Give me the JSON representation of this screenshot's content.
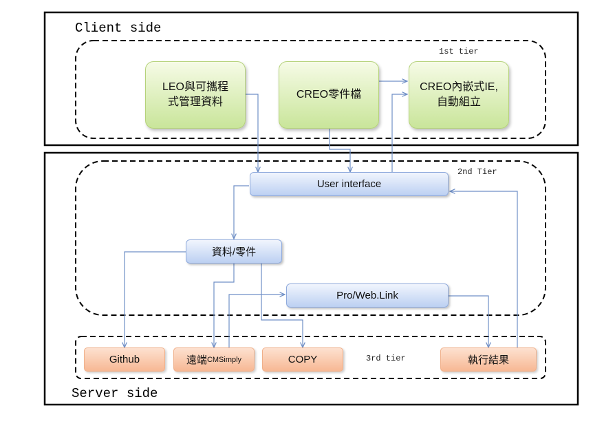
{
  "sections": {
    "client": "Client side",
    "server": "Server side"
  },
  "tiers": {
    "first": "1st tier",
    "second": "2nd Tier",
    "third": "3rd tier"
  },
  "nodes": {
    "leo": "LEO與可攜程\n式管理資料",
    "creo_part": "CREO零件檔",
    "creo_ie": "CREO內嵌式IE,\n自動組立",
    "user_interface": "User interface",
    "data_part": "資料/零件",
    "pro_web_link": "Pro/Web.Link",
    "github": "Github",
    "remote_prefix": "遠端",
    "remote_suffix": "CMSimply",
    "copy": "COPY",
    "result": "執行結果"
  },
  "colors": {
    "green_node": "#c9e59a",
    "blue_node": "#bcd0f2",
    "orange_node": "#f7b894",
    "connector": "#6f8fc6"
  }
}
